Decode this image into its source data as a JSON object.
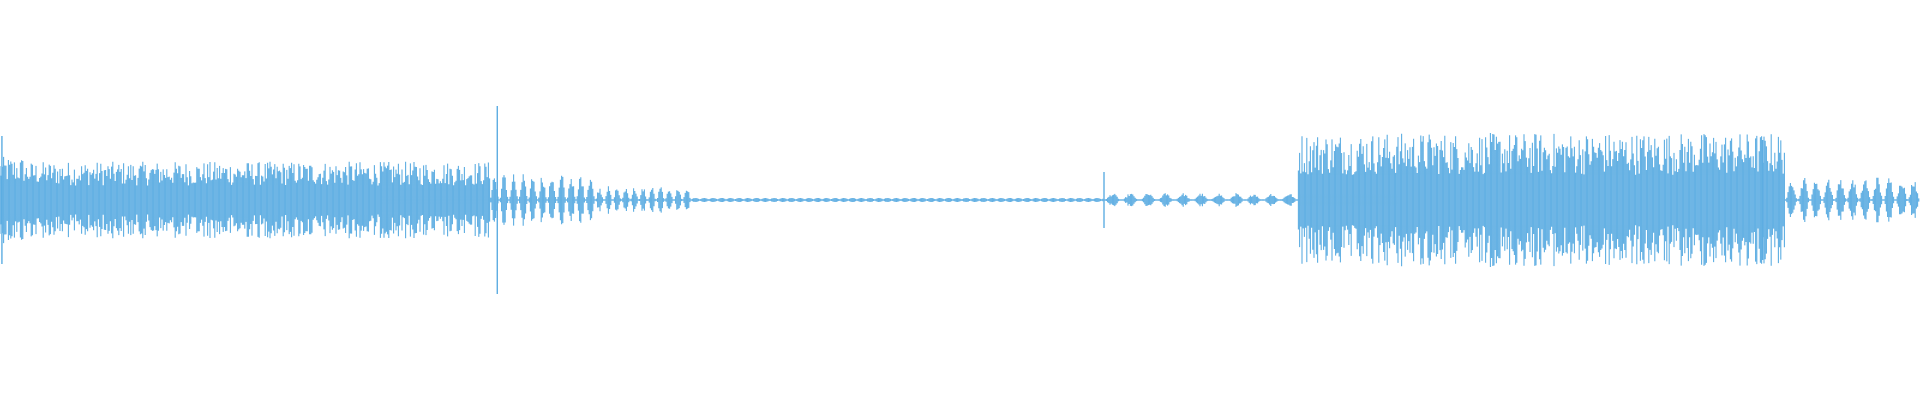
{
  "waveform": {
    "color": "#5dade2",
    "segments": [
      {
        "from": 0.0,
        "to": 0.013,
        "amp": 0.18,
        "style": "noise"
      },
      {
        "from": 0.013,
        "to": 0.255,
        "amp": 0.16,
        "style": "noise"
      },
      {
        "from": 0.255,
        "to": 0.31,
        "amp": 0.14,
        "style": "bursts"
      },
      {
        "from": 0.31,
        "to": 0.36,
        "amp": 0.07,
        "style": "bursts"
      },
      {
        "from": 0.36,
        "to": 0.575,
        "amp": 0.01,
        "style": "ticks"
      },
      {
        "from": 0.575,
        "to": 0.676,
        "amp": 0.035,
        "style": "bursts"
      },
      {
        "from": 0.676,
        "to": 0.93,
        "amp": 0.28,
        "style": "noise"
      },
      {
        "from": 0.93,
        "to": 1.0,
        "amp": 0.12,
        "style": "bursts"
      }
    ],
    "spikes": [
      {
        "pos": 0.001,
        "amp": 0.32
      },
      {
        "pos": 0.259,
        "amp": 0.47
      },
      {
        "pos": 0.575,
        "amp": 0.14
      },
      {
        "pos": 0.918,
        "amp": 0.3
      }
    ]
  }
}
